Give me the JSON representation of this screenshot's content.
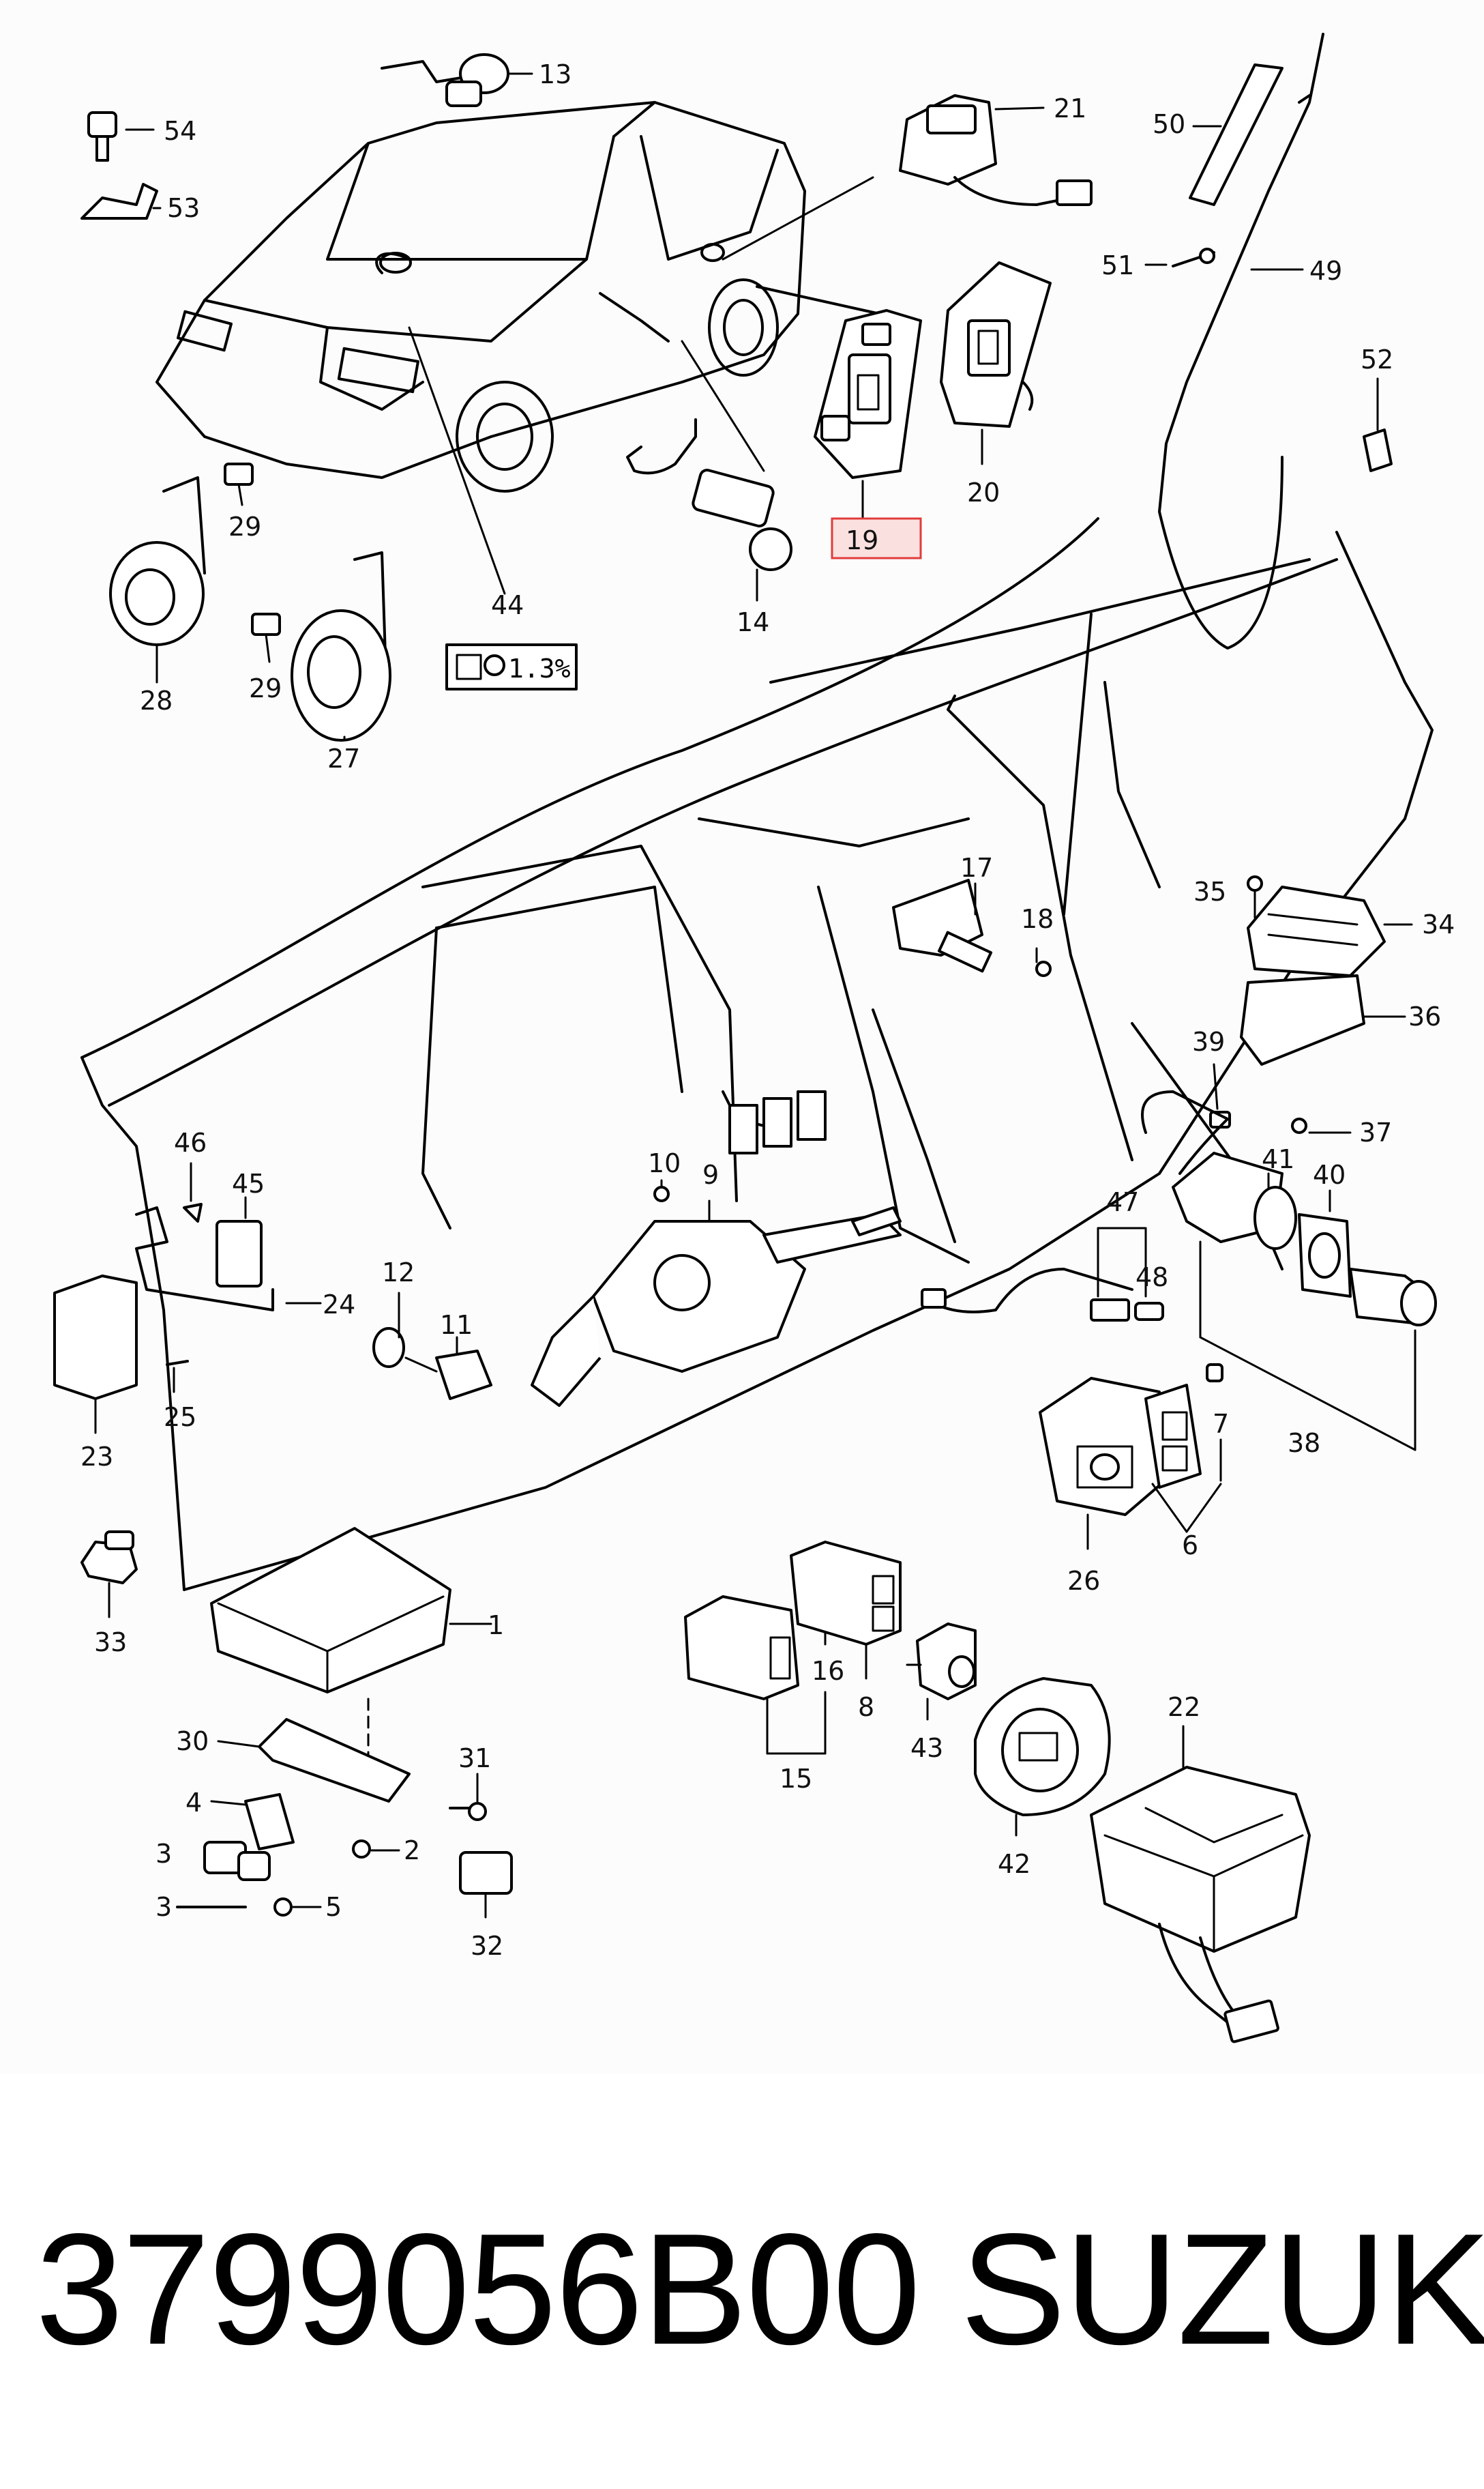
{
  "footer": {
    "part_number": "3799056B00",
    "brand": "SUZUKI"
  },
  "callouts": {
    "c1": "1",
    "c2": "2",
    "c3a": "3",
    "c3b": "3",
    "c4": "4",
    "c5": "5",
    "c6": "6",
    "c7": "7",
    "c8": "8",
    "c9": "9",
    "c10": "10",
    "c11": "11",
    "c12": "12",
    "c13": "13",
    "c14": "14",
    "c15": "15",
    "c16": "16",
    "c17": "17",
    "c18": "18",
    "c19": "19",
    "c20": "20",
    "c21": "21",
    "c22": "22",
    "c23": "23",
    "c24": "24",
    "c25": "25",
    "c26": "26",
    "c27": "27",
    "c28": "28",
    "c29a": "29",
    "c29b": "29",
    "c30": "30",
    "c31": "31",
    "c32": "32",
    "c33": "33",
    "c34": "34",
    "c35": "35",
    "c36": "36",
    "c37": "37",
    "c38": "38",
    "c39": "39",
    "c40": "40",
    "c41": "41",
    "c42": "42",
    "c43": "43",
    "c44": "44",
    "c45": "45",
    "c46": "46",
    "c47": "47",
    "c48": "48",
    "c49": "49",
    "c50": "50",
    "c51": "51",
    "c52": "52",
    "c53": "53",
    "c54": "54"
  },
  "label_44_panel": "1.3%",
  "highlight": {
    "callout": "19",
    "color": "#e23b3b"
  }
}
